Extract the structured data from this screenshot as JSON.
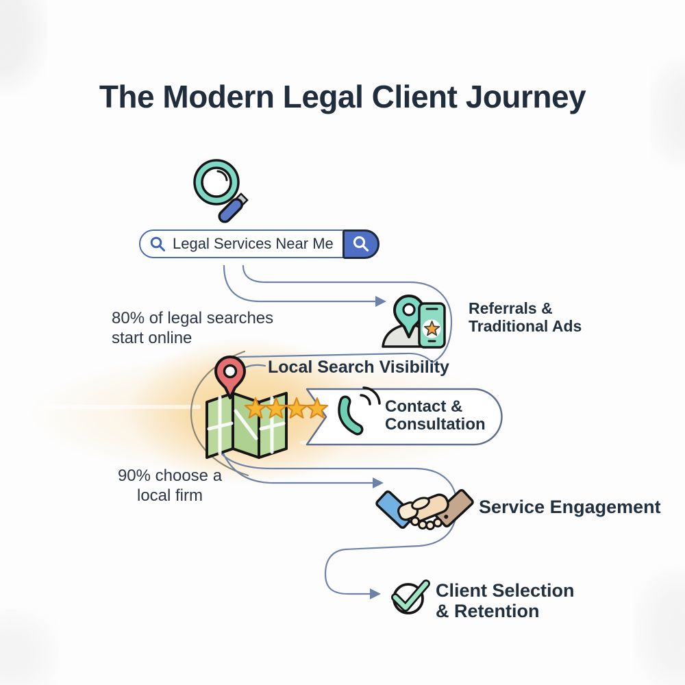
{
  "title": "The Modern Legal Client Journey",
  "search_bar": {
    "query": "Legal Services Near Me",
    "icon": "magnifier-icon",
    "button_icon": "magnifier-icon"
  },
  "stats": {
    "online": {
      "line1": "80% of legal searches",
      "line2": "start online"
    },
    "local": {
      "line1": "90% choose a",
      "line2": "local firm"
    }
  },
  "steps": {
    "referrals": {
      "line1": "Referrals &",
      "line2": "Traditional Ads",
      "icon": "map-pin-phone-icon"
    },
    "visibility": {
      "label": "Local Search Visibility",
      "icon": "map-with-pin-icon"
    },
    "contact": {
      "line1": "Contact &",
      "line2": "Consultation",
      "icon": "phone-call-icon"
    },
    "engagement": {
      "label": "Service Engagement",
      "icon": "handshake-icon"
    },
    "retention": {
      "line1": "Client Selection",
      "line2": "& Retention",
      "icon": "check-circle-icon"
    }
  },
  "rating": {
    "stars": 4
  },
  "icons": [
    "magnifier-icon",
    "map-pin-phone-icon",
    "map-with-pin-icon",
    "star-icon",
    "phone-call-icon",
    "handshake-icon",
    "check-circle-icon"
  ],
  "colors": {
    "navy_text": "#1f2d3d",
    "mint": "#7fd8c3",
    "teal_phone": "#6fcfb2",
    "search_button_blue": "#4f6fc5",
    "search_border_blue": "#4a69b8",
    "flow_line_slate": "#6d82a8",
    "map_arc_gray": "#8a8574",
    "pin_red": "#e57070",
    "map_green": "#b9d89c",
    "star_orange": "#f7b733",
    "star_outline": "#d9881c",
    "glow_amber": "#f5c878",
    "sleeve_blue": "#74b1e3",
    "sleeve_tan": "#c4a78c",
    "hand_skin": "#f3d9b8",
    "check_mint": "#9fe5c5",
    "mound_gray": "#e4e4e0"
  }
}
